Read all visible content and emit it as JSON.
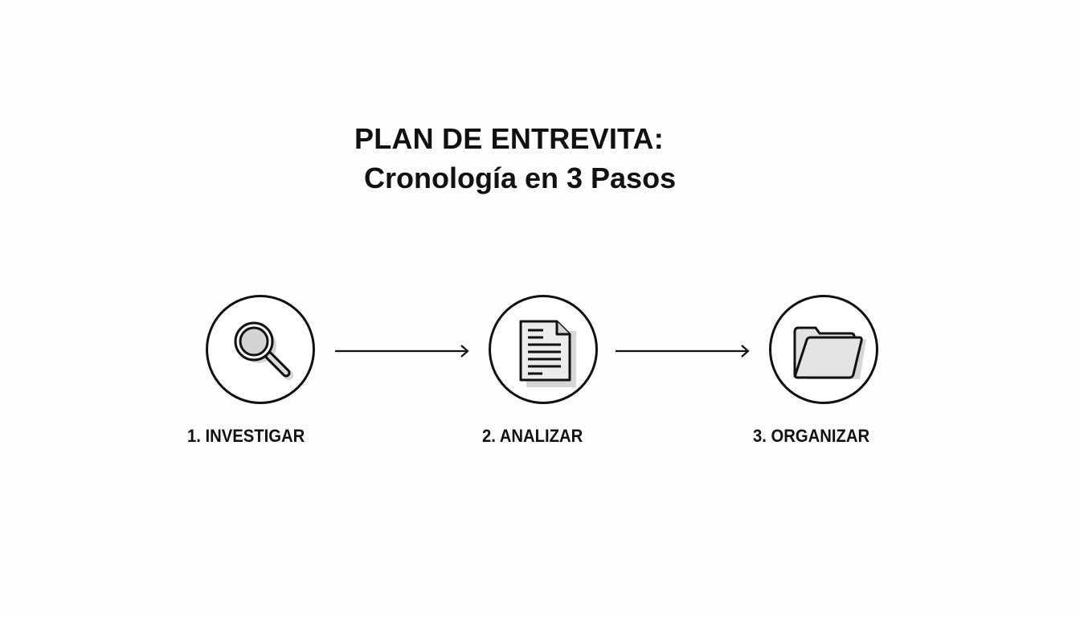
{
  "title": {
    "line1": "PLAN DE ENTREVITA:",
    "line2": "Cronología en 3 Pasos"
  },
  "steps": [
    {
      "number": "1",
      "label": "1. INVESTIGAR",
      "icon": "magnifying-glass-icon"
    },
    {
      "number": "2",
      "label": "2. ANALIZAR",
      "icon": "document-icon"
    },
    {
      "number": "3",
      "label": "3. ORGANIZAR",
      "icon": "folder-icon"
    }
  ],
  "connectors": [
    {
      "from": "1",
      "to": "2",
      "icon": "arrow-right-icon"
    },
    {
      "from": "2",
      "to": "3",
      "icon": "arrow-right-icon"
    }
  ],
  "colors": {
    "background": "#fdfdfd",
    "stroke": "#111111",
    "icon_fill": "#dcdcdc",
    "shadow": "#d4d4d4"
  }
}
